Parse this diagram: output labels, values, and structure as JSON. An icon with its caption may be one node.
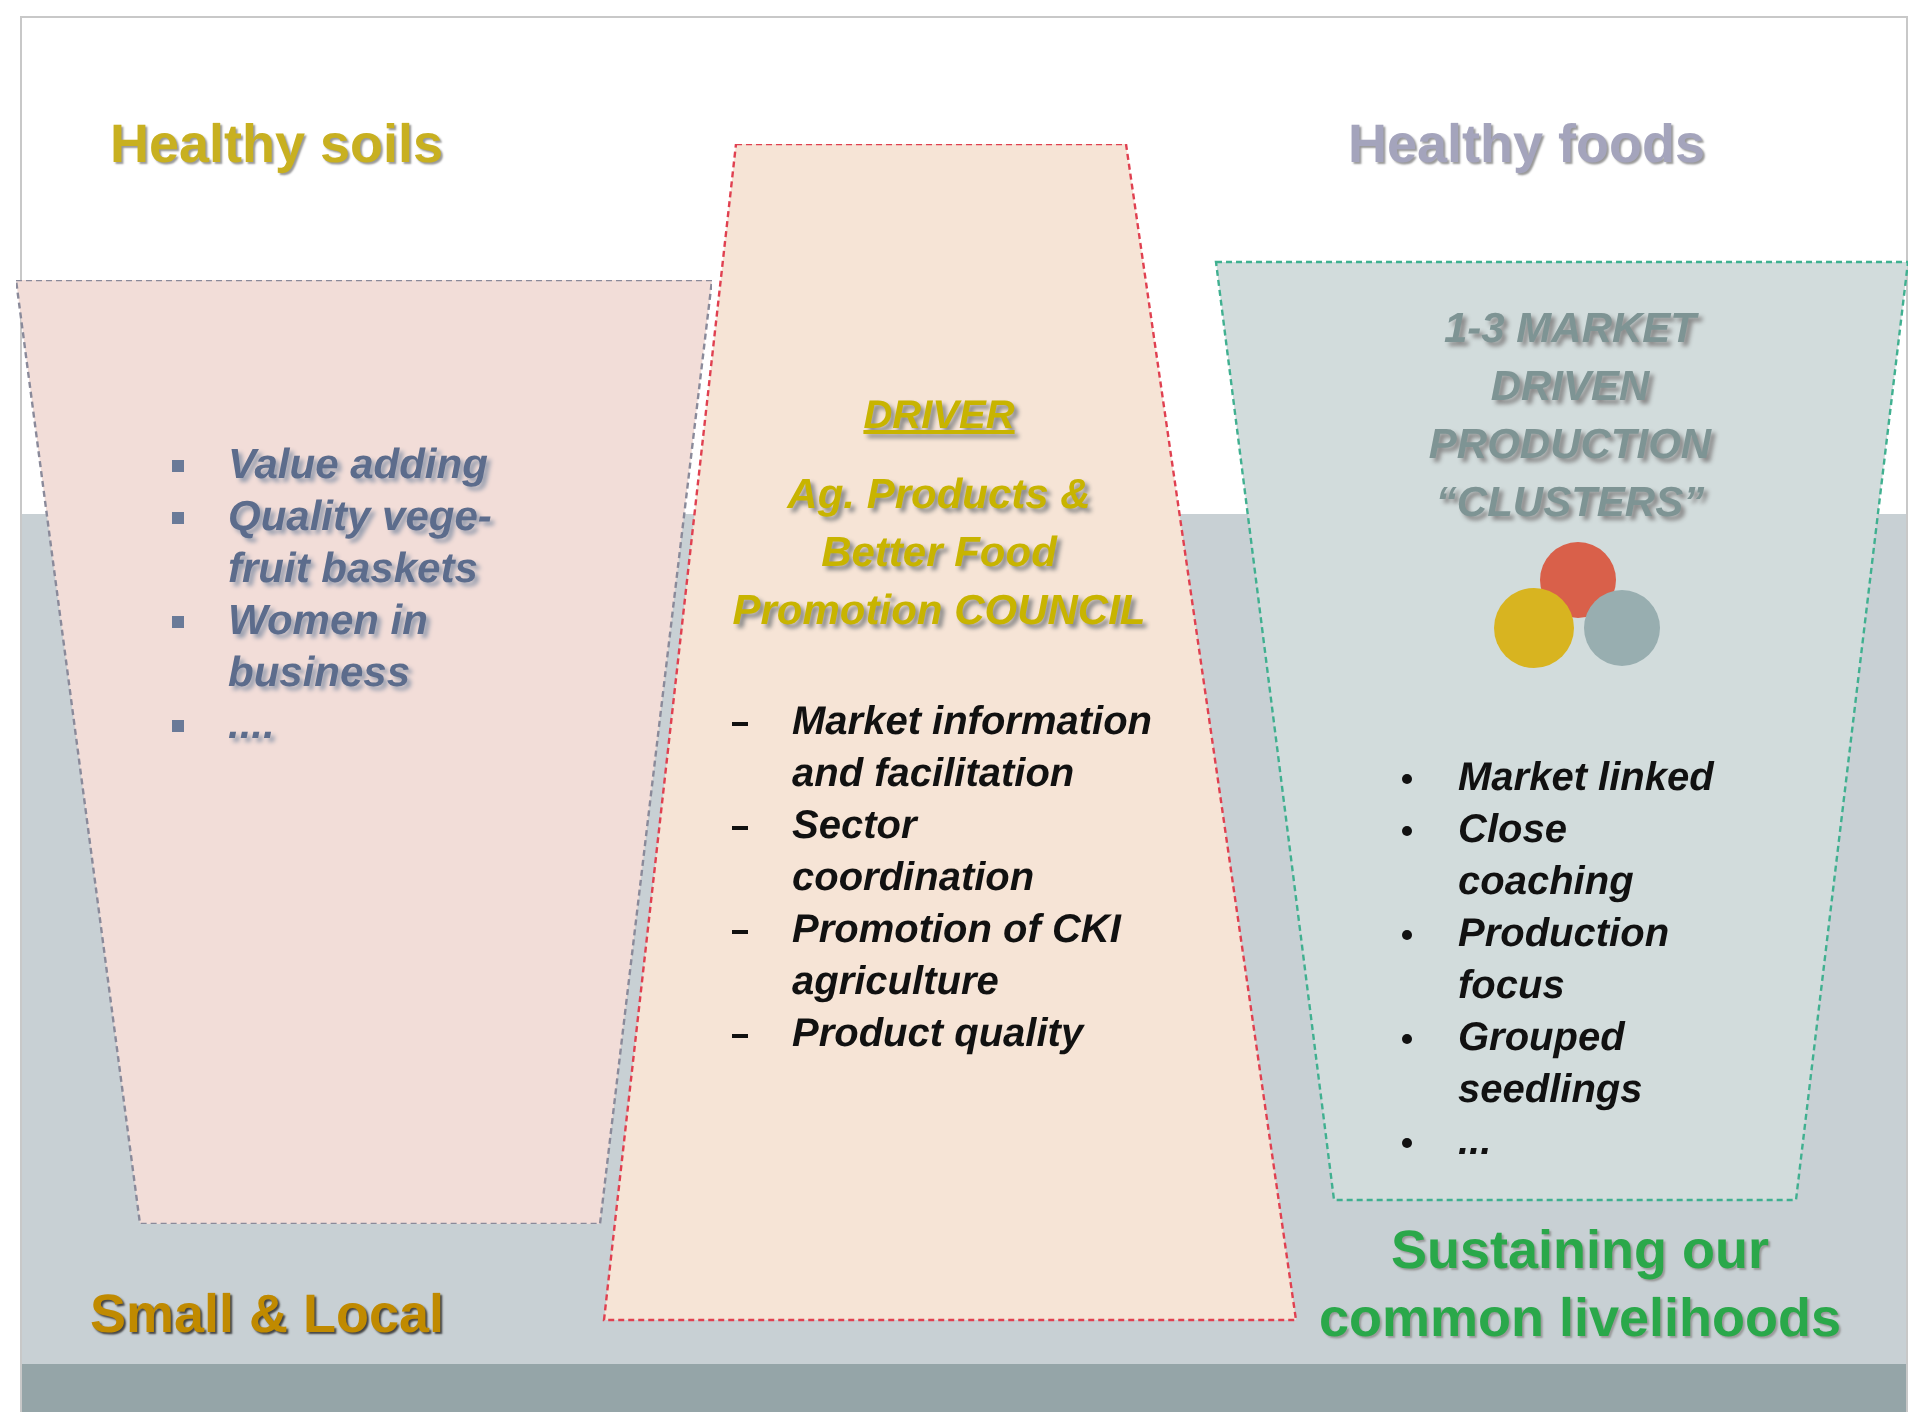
{
  "diagram": {
    "nodes": [
      {
        "text": [
          "Value adding",
          "Quality vege-fruit baskets",
          "Women in business",
          "...."
        ]
      },
      {
        "text": [
          "DRIVER",
          "Ag. Products & Better Food Promotion COUNCIL",
          "Market information and facilitation",
          "Sector coordination",
          "Promotion of CKI agriculture",
          "Product quality"
        ]
      },
      {
        "text": [
          "1-3 MARKET DRIVEN PRODUCTION “CLUSTERS”",
          "Market linked",
          "Close coaching",
          "Production focus",
          "Grouped seedlings",
          "..."
        ]
      }
    ],
    "labels": [
      "Healthy soils",
      "Healthy foods",
      "Small & Local",
      "Sustaining our common livelihoods"
    ]
  }
}
